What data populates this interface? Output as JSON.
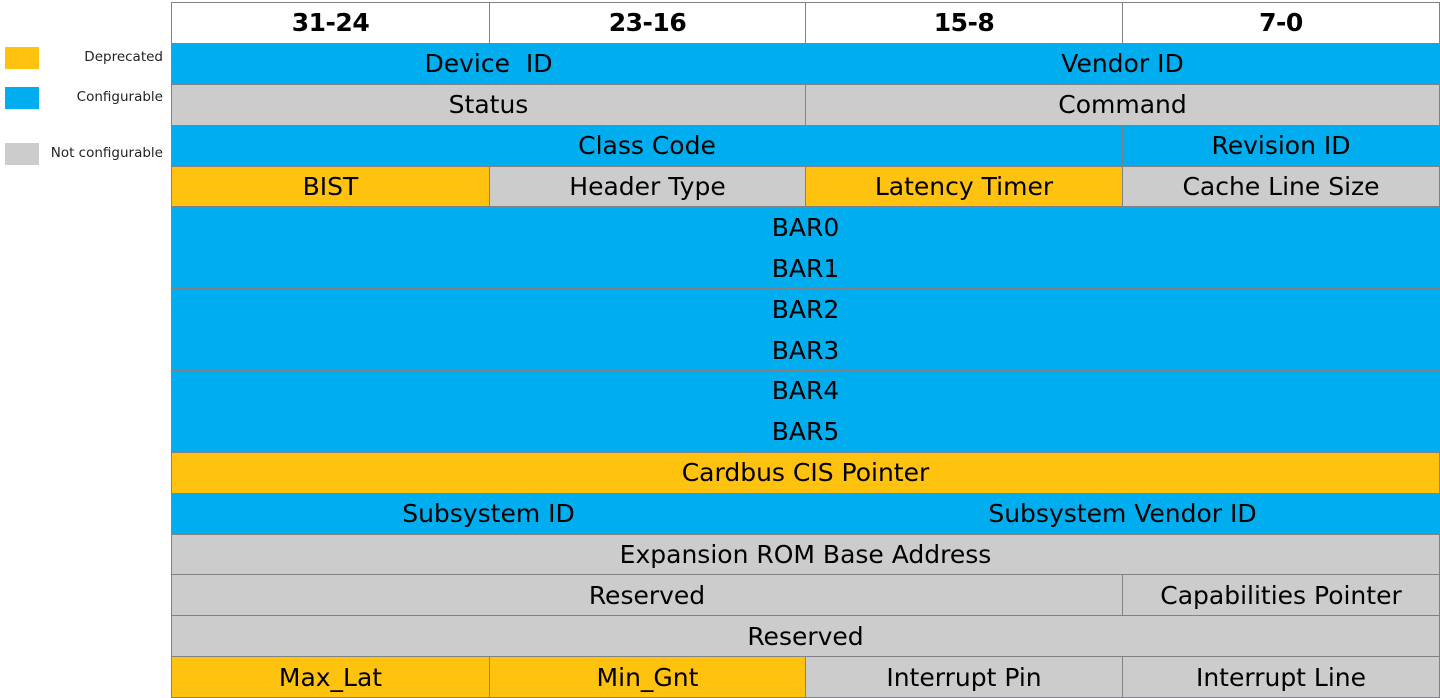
{
  "legend": {
    "items": [
      {
        "label": "Deprecated",
        "color": "#FFC20E",
        "key": "deprecated"
      },
      {
        "label": "Configurable",
        "color": "#00ADEE",
        "key": "configurable"
      },
      {
        "label": "Not configurable",
        "color": "#CCCCCC",
        "key": "not-configurable"
      }
    ]
  },
  "table": {
    "columns": [
      "31-24",
      "23-16",
      "15-8",
      "7-0"
    ],
    "rows": [
      {
        "cells": [
          {
            "text": "Device  ID",
            "span": 2,
            "type": "configurable"
          },
          {
            "text": "Vendor ID",
            "span": 2,
            "type": "configurable"
          }
        ]
      },
      {
        "cells": [
          {
            "text": "Status",
            "span": 2,
            "type": "not-configurable"
          },
          {
            "text": "Command",
            "span": 2,
            "type": "not-configurable"
          }
        ]
      },
      {
        "cells": [
          {
            "text": "Class Code",
            "span": 3,
            "type": "configurable"
          },
          {
            "text": "Revision ID",
            "span": 1,
            "type": "configurable"
          }
        ]
      },
      {
        "cells": [
          {
            "text": "BIST",
            "span": 1,
            "type": "deprecated"
          },
          {
            "text": "Header Type",
            "span": 1,
            "type": "not-configurable"
          },
          {
            "text": "Latency Timer",
            "span": 1,
            "type": "deprecated"
          },
          {
            "text": "Cache Line Size",
            "span": 1,
            "type": "not-configurable"
          }
        ]
      },
      {
        "cells": [
          {
            "text": "BAR0",
            "span": 4,
            "type": "configurable"
          }
        ]
      },
      {
        "cells": [
          {
            "text": "BAR1",
            "span": 4,
            "type": "configurable"
          }
        ]
      },
      {
        "cells": [
          {
            "text": "BAR2",
            "span": 4,
            "type": "configurable"
          }
        ]
      },
      {
        "cells": [
          {
            "text": "BAR3",
            "span": 4,
            "type": "configurable"
          }
        ]
      },
      {
        "cells": [
          {
            "text": "BAR4",
            "span": 4,
            "type": "configurable"
          }
        ]
      },
      {
        "cells": [
          {
            "text": "BAR5",
            "span": 4,
            "type": "configurable"
          }
        ]
      },
      {
        "cells": [
          {
            "text": "Cardbus CIS Pointer",
            "span": 4,
            "type": "deprecated"
          }
        ]
      },
      {
        "cells": [
          {
            "text": "Subsystem ID",
            "span": 2,
            "type": "configurable"
          },
          {
            "text": "Subsystem Vendor ID",
            "span": 2,
            "type": "configurable"
          }
        ]
      },
      {
        "cells": [
          {
            "text": "Expansion ROM Base Address",
            "span": 4,
            "type": "not-configurable"
          }
        ]
      },
      {
        "cells": [
          {
            "text": "Reserved",
            "span": 3,
            "type": "not-configurable"
          },
          {
            "text": "Capabilities Pointer",
            "span": 1,
            "type": "not-configurable"
          }
        ]
      },
      {
        "cells": [
          {
            "text": "Reserved",
            "span": 4,
            "type": "not-configurable"
          }
        ]
      },
      {
        "cells": [
          {
            "text": "Max_Lat",
            "span": 1,
            "type": "deprecated"
          },
          {
            "text": "Min_Gnt",
            "span": 1,
            "type": "deprecated"
          },
          {
            "text": "Interrupt Pin",
            "span": 1,
            "type": "not-configurable"
          },
          {
            "text": "Interrupt Line",
            "span": 1,
            "type": "not-configurable"
          }
        ]
      }
    ]
  },
  "colors": {
    "deprecated": "#FFC20E",
    "configurable": "#00ADEE",
    "not_configurable": "#CCCCCC",
    "border": "#808285",
    "text": "#000000",
    "background": "#FFFFFF"
  }
}
